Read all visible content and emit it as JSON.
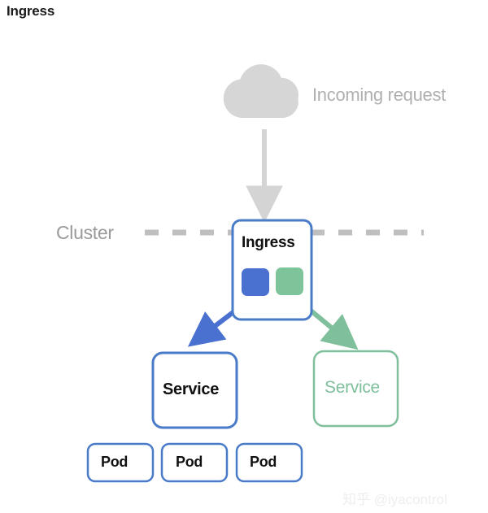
{
  "page": {
    "title": "Ingress",
    "watermark": "知乎 @iyacontrol"
  },
  "diagram": {
    "type": "architecture-flow",
    "source": {
      "icon": "cloud-icon",
      "label": "Incoming request"
    },
    "boundary": {
      "label": "Cluster",
      "style": "dashed"
    },
    "ingress": {
      "label": "Ingress",
      "ports": [
        {
          "name": "blue-port",
          "color": "#4a71cf"
        },
        {
          "name": "green-port",
          "color": "#7ec49b"
        }
      ]
    },
    "services": [
      {
        "label": "Service",
        "variant": "blue",
        "color": "#4a7bc8"
      },
      {
        "label": "Service",
        "variant": "green",
        "color": "#7fbf9b"
      }
    ],
    "pods": [
      {
        "label": "Pod"
      },
      {
        "label": "Pod"
      },
      {
        "label": "Pod"
      }
    ],
    "arrows": [
      {
        "name": "cloud-to-ingress",
        "color": "#d4d4d4"
      },
      {
        "name": "ingress-to-service-blue",
        "color": "#4a71cf"
      },
      {
        "name": "ingress-to-service-green",
        "color": "#7fbf9b"
      }
    ]
  },
  "colors": {
    "blue": "#4a7bc8",
    "blue_fill": "#4a71cf",
    "green": "#7fbf9b",
    "green_fill": "#7ec49b",
    "gray": "#c9c9c9",
    "gray_text": "#9a9a9a",
    "cloud": "#d6d6d6"
  }
}
